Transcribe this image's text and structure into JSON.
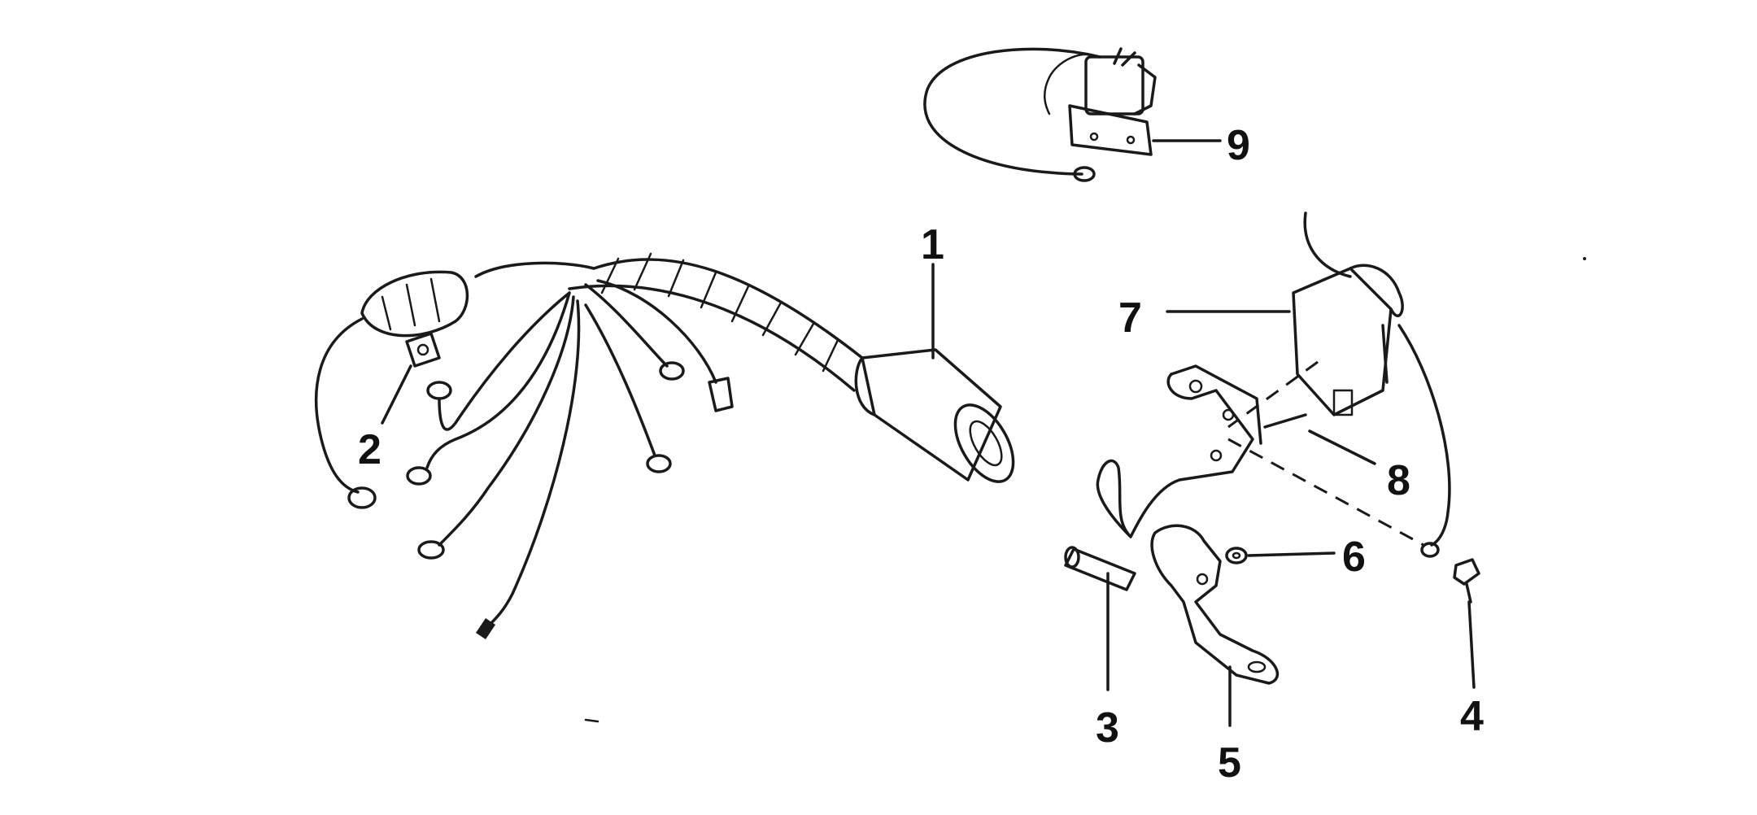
{
  "callouts": [
    {
      "id": "1",
      "label": "1"
    },
    {
      "id": "2",
      "label": "2"
    },
    {
      "id": "3",
      "label": "3"
    },
    {
      "id": "4",
      "label": "4"
    },
    {
      "id": "5",
      "label": "5"
    },
    {
      "id": "6",
      "label": "6"
    },
    {
      "id": "7",
      "label": "7"
    },
    {
      "id": "8",
      "label": "8"
    },
    {
      "id": "9",
      "label": "9"
    }
  ],
  "colors": {
    "ink": "#1a1a1a",
    "background": "#ffffff"
  }
}
